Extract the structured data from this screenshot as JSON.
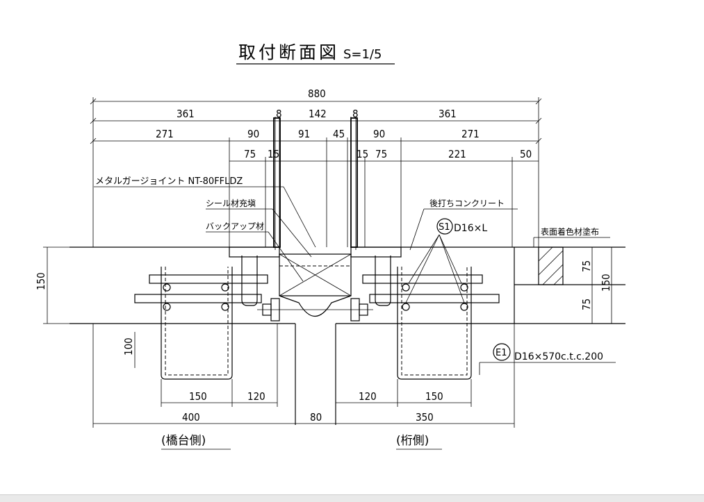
{
  "drawing": {
    "title": "取付断面図",
    "scale": "S=1/5",
    "dimensions": {
      "total": "880",
      "left_361": "361",
      "gap_8_left": "8",
      "center_142": "142",
      "gap_8_right": "8",
      "right_361": "361",
      "left_271": "271",
      "left_90": "90",
      "c_91": "91",
      "c_45": "45",
      "right_90": "90",
      "right_271": "271",
      "left_75": "75",
      "left_15": "15",
      "right_15": "15",
      "right_75": "75",
      "right_221": "221",
      "right_50": "50",
      "left_height_150": "150",
      "right_75_top": "75",
      "right_75_bottom": "75",
      "right_height_150": "150",
      "hook_100": "100",
      "bottom_150_left": "150",
      "bottom_120_left": "120",
      "bottom_120_right": "120",
      "bottom_150_right": "150",
      "bottom_400": "400",
      "bottom_80": "80",
      "bottom_350": "350"
    },
    "labels": {
      "joint": "メタルガージョイント NT-80FFLDZ",
      "seal": "シール材充塡",
      "backup": "バックアップ材",
      "concrete": "後打ちコンクリート",
      "s1_mark": "S1",
      "s1_spec": "D16×L",
      "surface": "表面着色材塗布",
      "e1_mark": "E1",
      "e1_spec": "D16×570c.t.c.200",
      "left_side": "(橋台側)",
      "right_side": "(桁側)"
    }
  }
}
